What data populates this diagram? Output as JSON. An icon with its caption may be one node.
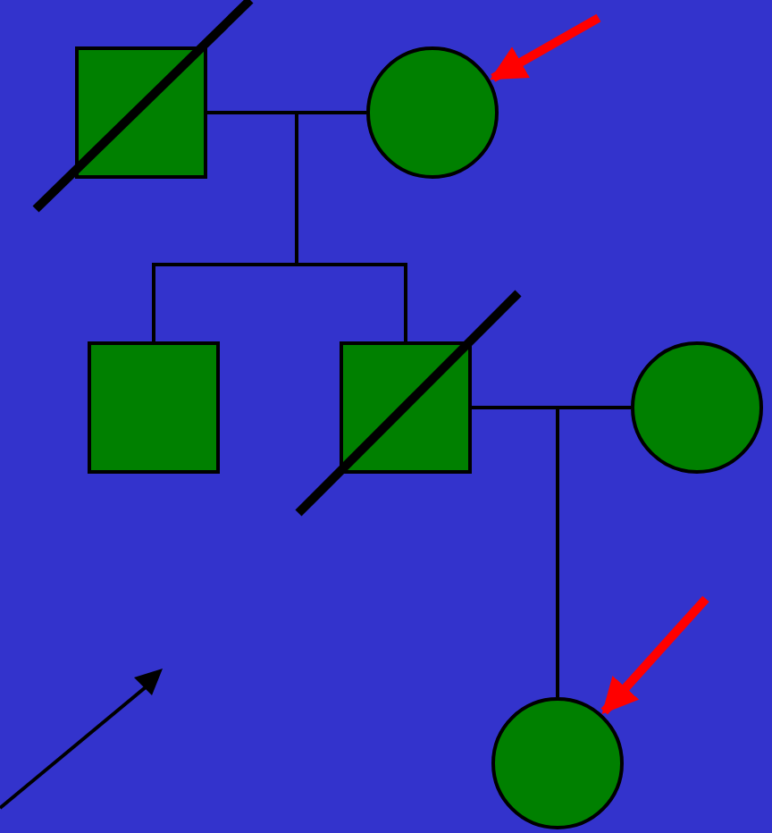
{
  "diagram": {
    "nodes": [
      {
        "text": [],
        "shape": "box"
      },
      {
        "text": [],
        "shape": "circle"
      },
      {
        "text": [],
        "shape": "box"
      },
      {
        "text": [],
        "shape": "box"
      },
      {
        "text": [],
        "shape": "circle"
      },
      {
        "text": [],
        "shape": "circle"
      }
    ],
    "edges": [
      {
        "from": 0,
        "to": 1,
        "arrow": "none"
      },
      {
        "from": 0,
        "to": 2,
        "arrow": "none"
      },
      {
        "from": 1,
        "to": 2,
        "arrow": "none"
      },
      {
        "from": 0,
        "to": 3,
        "arrow": "none"
      },
      {
        "from": 1,
        "to": 3,
        "arrow": "none"
      },
      {
        "from": 3,
        "to": 4,
        "arrow": "none"
      },
      {
        "from": 3,
        "to": 5,
        "arrow": "none"
      },
      {
        "from": 4,
        "to": 5,
        "arrow": "none"
      },
      {
        "from": null,
        "to": 1,
        "arrow": "to",
        "color": "#ff0000",
        "style": "thick"
      },
      {
        "from": null,
        "to": 5,
        "arrow": "to",
        "color": "#ff0000",
        "style": "thick"
      }
    ]
  }
}
